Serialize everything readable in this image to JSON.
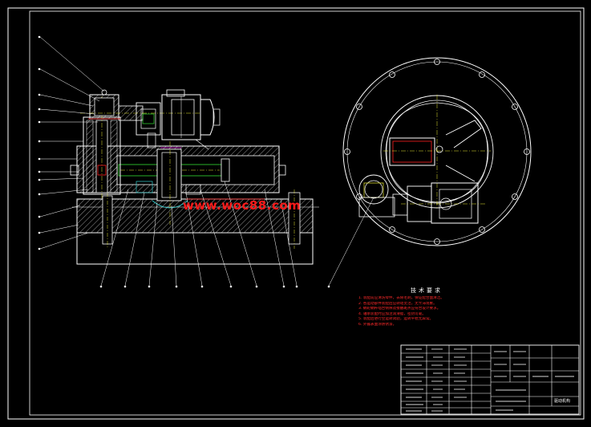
{
  "drawing": {
    "watermark": "www.woc88.com",
    "notes_title": "技术要求",
    "notes": [
      "1. 装配前应清洗零件，去除毛刺，保证配合面清洁。",
      "2. 各运动部件装配后应转动灵活，无卡滞现象。",
      "3. 蜗轮蜗杆啮合侧隙及接触斑点应符合设计要求。",
      "4. 轴承装配时应加注润滑脂，密封可靠。",
      "5. 装配后进行空运转试验，运转平稳无异常。",
      "6. 外露表面涂防锈漆。"
    ],
    "title_block": {
      "drawing_name": "驱动机构"
    }
  },
  "colors": {
    "background": "#000000",
    "line": "#ffffff",
    "accent_yellow": "#e8e830",
    "accent_red": "#ff2020",
    "accent_green": "#33dd33",
    "accent_cyan": "#33cccc",
    "accent_magenta": "#ff33ff"
  }
}
